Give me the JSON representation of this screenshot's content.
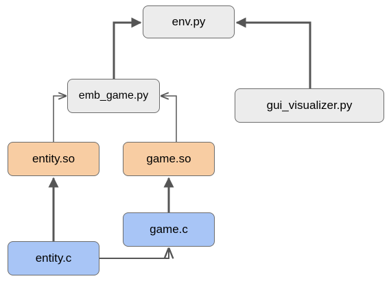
{
  "diagram": {
    "colors": {
      "python": "#ececec",
      "shared_object": "#f8cda3",
      "c_source": "#a8c5f6",
      "edge_bold": "#555555",
      "edge_thin": "#555555"
    },
    "nodes": {
      "env": {
        "label": "env.py",
        "kind": "python"
      },
      "emb_game": {
        "label": "emb_game.py",
        "kind": "python"
      },
      "gui_visualizer": {
        "label": "gui_visualizer.py",
        "kind": "python"
      },
      "entity_so": {
        "label": "entity.so",
        "kind": "shared_object"
      },
      "game_so": {
        "label": "game.so",
        "kind": "shared_object"
      },
      "game_c": {
        "label": "game.c",
        "kind": "c_source"
      },
      "entity_c": {
        "label": "entity.c",
        "kind": "c_source"
      }
    },
    "edges": [
      {
        "from": "emb_game",
        "to": "env",
        "style": "bold"
      },
      {
        "from": "gui_visualizer",
        "to": "env",
        "style": "bold"
      },
      {
        "from": "entity_so",
        "to": "emb_game",
        "style": "thin"
      },
      {
        "from": "game_so",
        "to": "emb_game",
        "style": "thin"
      },
      {
        "from": "entity_c",
        "to": "entity_so",
        "style": "bold"
      },
      {
        "from": "game_c",
        "to": "game_so",
        "style": "bold"
      },
      {
        "from": "entity_c",
        "to": "game_c",
        "style": "bold"
      }
    ]
  }
}
